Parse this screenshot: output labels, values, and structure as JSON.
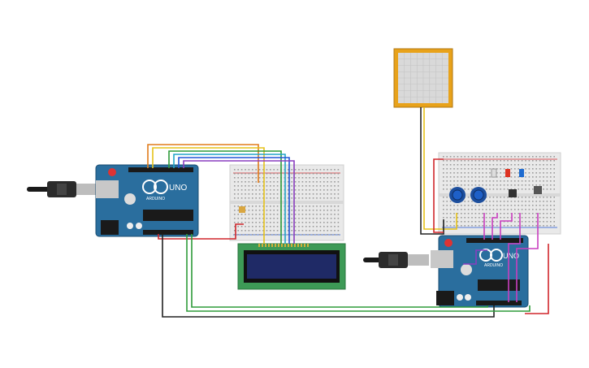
{
  "boards": {
    "left": {
      "brand": "UNO",
      "logo": "ARDUINO"
    },
    "right": {
      "brand": "UNO",
      "logo": "ARDUINO"
    }
  },
  "icons": {
    "usb_plug": "usb-cable-icon",
    "lcd": "lcd-16x2-icon",
    "touch_pad": "touch-sensor-icon",
    "potentiometer": "potentiometer-icon"
  },
  "colors": {
    "board": "#2a6e9e",
    "breadboard": "#e9e9e9",
    "lcd_body": "#3d9a56",
    "lcd_screen": "#1f2a66",
    "sensor_frame": "#e8a21a",
    "wire_black": "#222222",
    "wire_red": "#d0262b",
    "wire_green": "#2e9b3a",
    "wire_blue": "#2255d6",
    "wire_yellow": "#e6c21a",
    "wire_orange": "#e07b1a",
    "wire_purple": "#8a3fbf",
    "wire_magenta": "#c93fbf"
  }
}
